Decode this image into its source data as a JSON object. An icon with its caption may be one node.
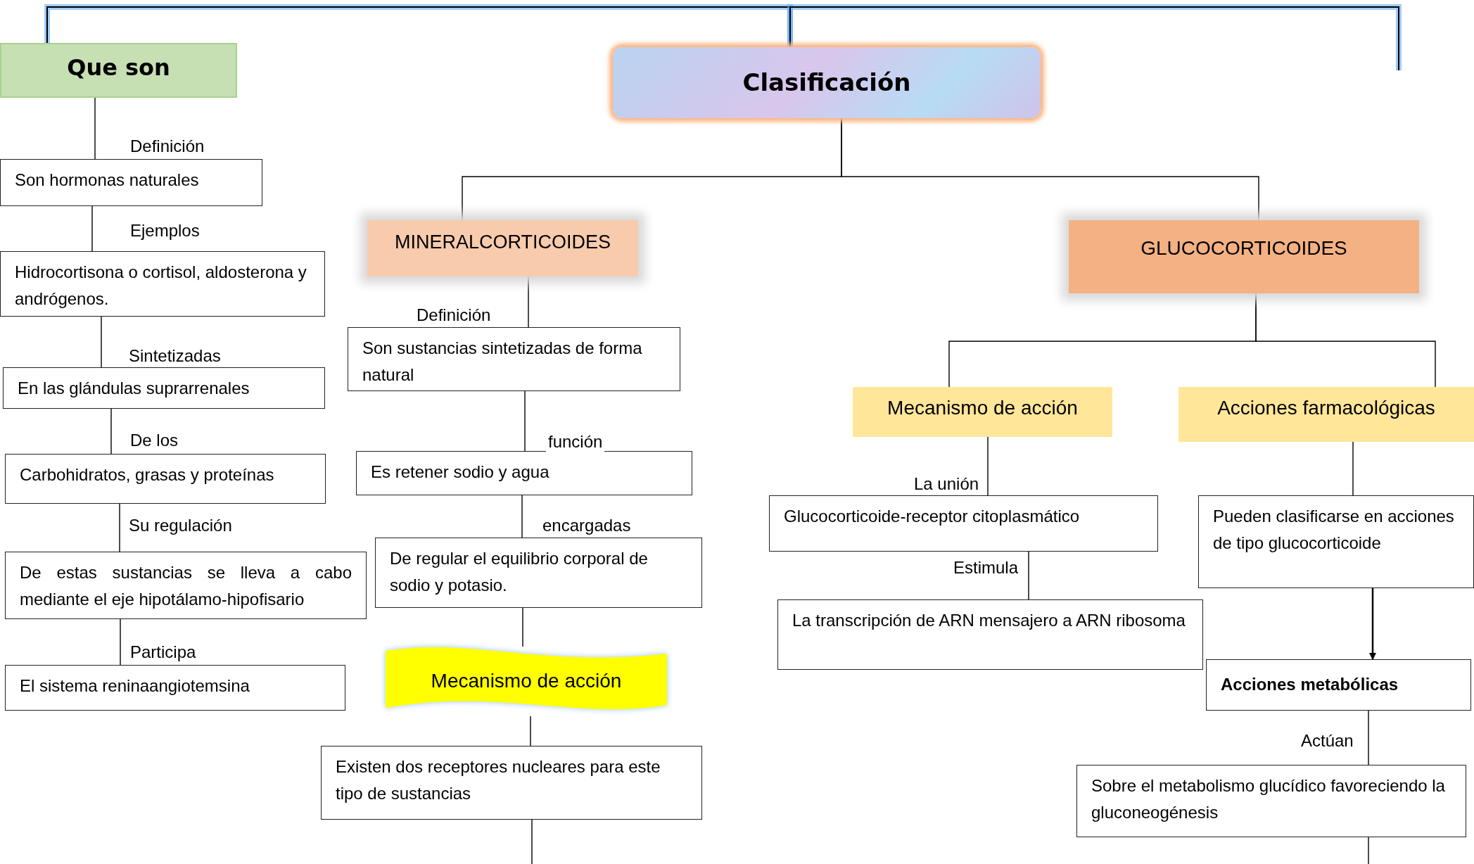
{
  "diagram": {
    "nodes": [
      {
        "text": [
          "Que son"
        ]
      },
      {
        "text": [
          "Clasificación"
        ]
      },
      {
        "text": [
          "Son hormonas naturales"
        ]
      },
      {
        "text": [
          "Hidrocortisona o cortisol, aldosterona y andrógenos."
        ]
      },
      {
        "text": [
          "En las glándulas suprarrenales"
        ]
      },
      {
        "text": [
          "Carbohidratos, grasas y proteínas"
        ]
      },
      {
        "text": [
          "De estas sustancias se lleva a cabo mediante el eje hipotálamo-hipofisario"
        ]
      },
      {
        "text": [
          "El sistema reninaangiotemsina"
        ]
      },
      {
        "text": [
          "MINERALCORTICOIDES"
        ]
      },
      {
        "text": [
          "GLUCOCORTICOIDES"
        ]
      },
      {
        "text": [
          "Son sustancias sintetizadas de forma natural"
        ]
      },
      {
        "text": [
          "Es retener sodio y agua"
        ]
      },
      {
        "text": [
          "De regular el equilibrio corporal de sodio y potasio."
        ]
      },
      {
        "text": [
          "Mecanismo de acción"
        ]
      },
      {
        "text": [
          "Existen dos receptores nucleares para este tipo de sustancias"
        ]
      },
      {
        "text": [
          "Mecanismo de acción"
        ]
      },
      {
        "text": [
          "Acciones farmacológicas"
        ]
      },
      {
        "text": [
          "Glucocorticoide-receptor citoplasmático"
        ]
      },
      {
        "text": [
          "La transcripción de ARN mensajero a ARN ribosoma"
        ]
      },
      {
        "text": [
          "Pueden clasificarse en acciones de tipo glucocorticoide"
        ]
      },
      {
        "text": [
          "Acciones metabólicas"
        ]
      },
      {
        "text": [
          "Sobre el metabolismo glucídico favoreciendo la gluconeogénesis"
        ]
      }
    ],
    "edges": [
      {
        "from": 0,
        "to": 1,
        "arrow": "none",
        "style": "thick",
        "color": "#5fa8f5"
      },
      {
        "from": 1,
        "to": null,
        "arrow": "none",
        "style": "thick",
        "color": "#5fa8f5"
      },
      {
        "from": 0,
        "to": 2,
        "arrow": "none",
        "label": "Definición"
      },
      {
        "from": 2,
        "to": 3,
        "arrow": "none",
        "label": "Ejemplos"
      },
      {
        "from": 3,
        "to": 4,
        "arrow": "none",
        "label": "Sintetizadas"
      },
      {
        "from": 4,
        "to": 5,
        "arrow": "none",
        "label": "De los"
      },
      {
        "from": 5,
        "to": 6,
        "arrow": "none",
        "label": "Su regulación"
      },
      {
        "from": 6,
        "to": 7,
        "arrow": "none",
        "label": "Participa"
      },
      {
        "from": 1,
        "to": 8,
        "arrow": "none"
      },
      {
        "from": 1,
        "to": 9,
        "arrow": "none"
      },
      {
        "from": 8,
        "to": 10,
        "arrow": "none",
        "label": "Definición"
      },
      {
        "from": 10,
        "to": 11,
        "arrow": "none",
        "label": "función"
      },
      {
        "from": 11,
        "to": 12,
        "arrow": "none",
        "label": "encargadas"
      },
      {
        "from": 12,
        "to": 13,
        "arrow": "none"
      },
      {
        "from": 13,
        "to": 14,
        "arrow": "none"
      },
      {
        "from": 14,
        "to": null,
        "arrow": "none"
      },
      {
        "from": 9,
        "to": 15,
        "arrow": "none"
      },
      {
        "from": 9,
        "to": 16,
        "arrow": "none"
      },
      {
        "from": 15,
        "to": 17,
        "arrow": "none",
        "label": "La unión"
      },
      {
        "from": 17,
        "to": 18,
        "arrow": "none",
        "label": "Estimula"
      },
      {
        "from": 16,
        "to": 19,
        "arrow": "none"
      },
      {
        "from": 19,
        "to": 20,
        "arrow": "to"
      },
      {
        "from": 20,
        "to": 21,
        "arrow": "none",
        "label": "Actúan"
      },
      {
        "from": 21,
        "to": null,
        "arrow": "none"
      }
    ]
  }
}
